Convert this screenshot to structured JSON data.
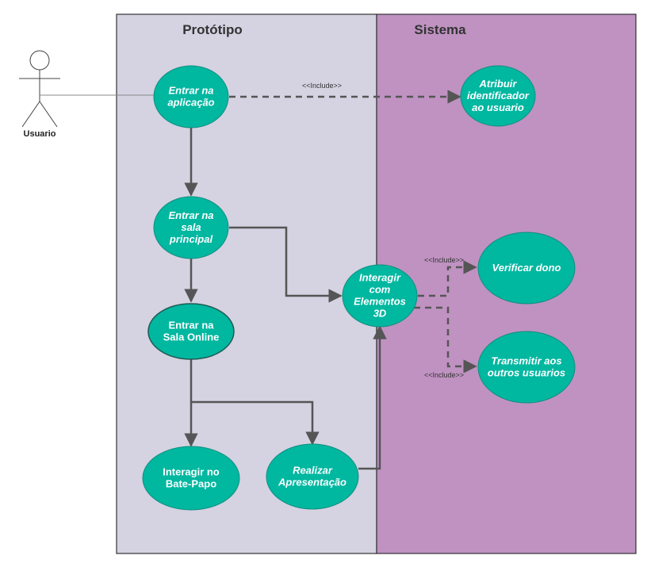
{
  "lanes": {
    "prototype": {
      "title": "Protótipo",
      "color": "#d5d2e2"
    },
    "system": {
      "title": "Sistema",
      "color": "#bf92c1"
    }
  },
  "actor": {
    "label": "Usuario"
  },
  "use_cases": {
    "entrar_aplicacao": {
      "lines": [
        "Entrar na",
        "aplicação"
      ],
      "italic": true
    },
    "entrar_sala_principal": {
      "lines": [
        "Entrar na",
        "sala",
        "principal"
      ],
      "italic": true
    },
    "entrar_sala_online": {
      "lines": [
        "Entrar na",
        "Sala Online"
      ],
      "italic": false
    },
    "interagir_bate_papo": {
      "lines": [
        "Interagir no",
        "Bate-Papo"
      ],
      "italic": false
    },
    "realizar_apresentacao": {
      "lines": [
        "Realizar",
        "Apresentação"
      ],
      "italic": true
    },
    "interagir_elementos_3d": {
      "lines": [
        "Interagir",
        "com",
        "Elementos",
        "3D"
      ],
      "italic": true
    },
    "atribuir_identificador": {
      "lines": [
        "Atribuir",
        "identificador",
        "ao usuario"
      ],
      "italic": true
    },
    "verificar_dono": {
      "lines": [
        "Verificar dono"
      ],
      "italic": true
    },
    "transmitir_usuarios": {
      "lines": [
        "Transmitir aos",
        "outros usuarios"
      ],
      "italic": true
    }
  },
  "stereotypes": {
    "include_1": "<<Include>>",
    "include_2": "<<Include>>",
    "include_3": "<<Include>>"
  },
  "colors": {
    "use_case_fill": "#00b7a0",
    "use_case_stroke": "#0e8f7e",
    "connector": "#555555",
    "lane_border": "#333333"
  }
}
